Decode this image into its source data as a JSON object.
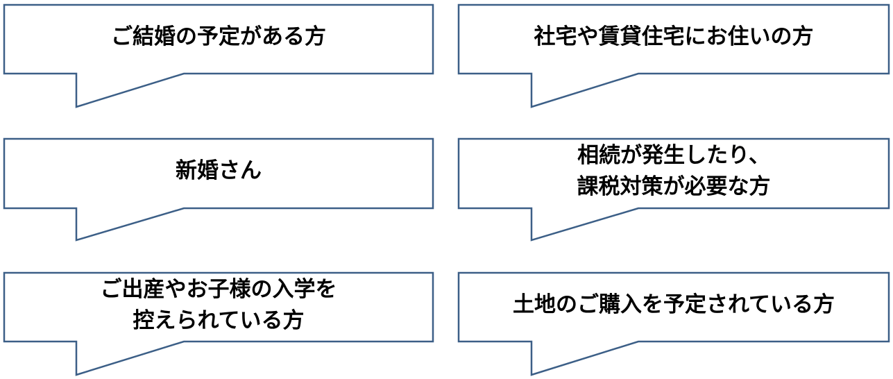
{
  "diagram": {
    "stroke_color": "#3c5f87",
    "fill_color": "#ffffff",
    "text_color": "#000000",
    "callouts": [
      {
        "lines": [
          "ご結婚の予定がある方"
        ]
      },
      {
        "lines": [
          "社宅や賃貸住宅にお住いの方"
        ]
      },
      {
        "lines": [
          "新婚さん"
        ]
      },
      {
        "lines": [
          "相続が発生したり、",
          "課税対策が必要な方"
        ]
      },
      {
        "lines": [
          "ご出産やお子様の入学を",
          "控えられている方"
        ]
      },
      {
        "lines": [
          "土地のご購入を予定されている方"
        ]
      }
    ]
  }
}
